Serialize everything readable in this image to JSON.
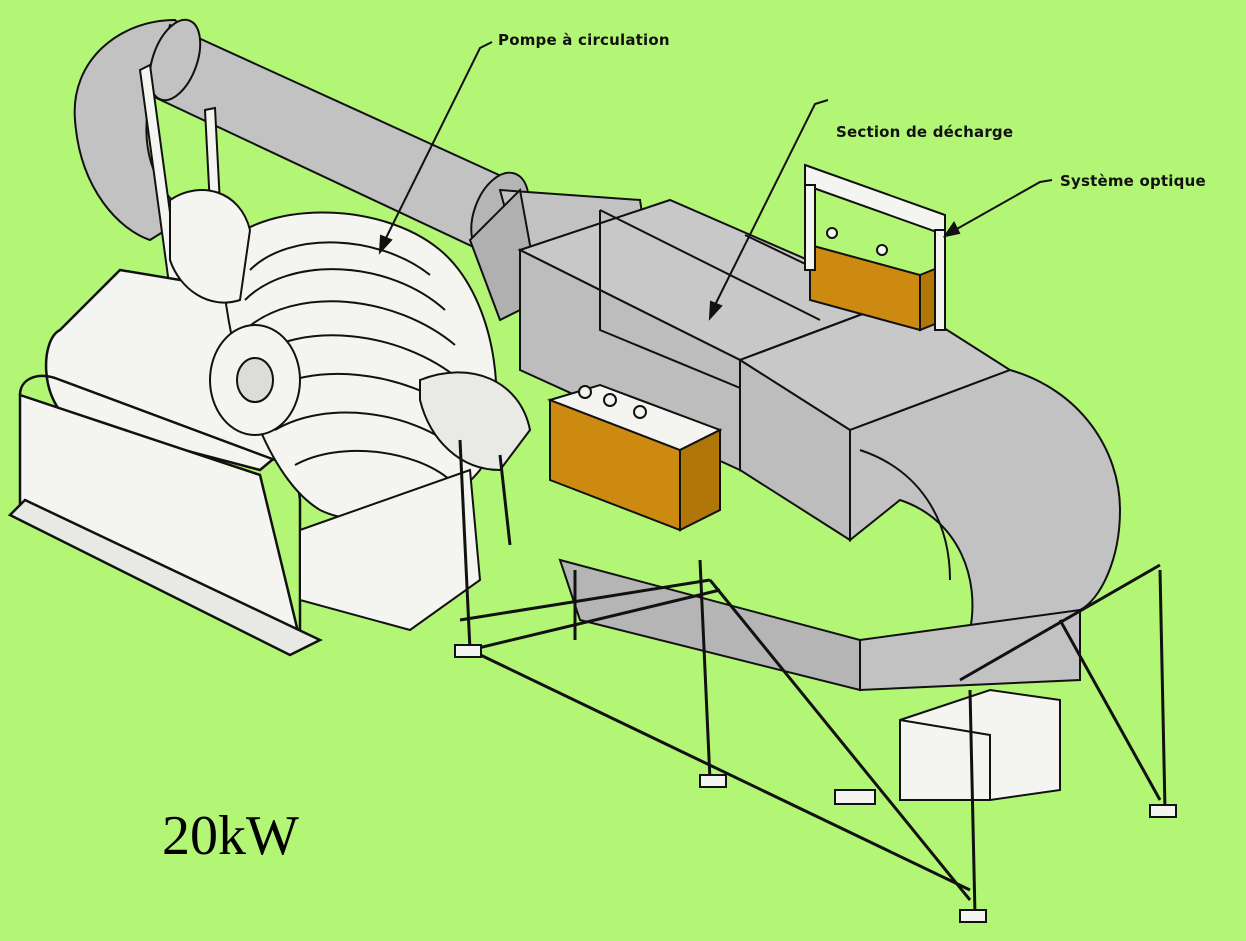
{
  "labels": {
    "pump": "Pompe à circulation",
    "discharge": "Section de décharge",
    "optics": "Système optique"
  },
  "power": "20kW",
  "colors": {
    "background": "#b3f575",
    "metal": "#c2c2c2",
    "housing": "#f4f4f0",
    "electrode_box": "#cc8a10",
    "line": "#111111"
  }
}
